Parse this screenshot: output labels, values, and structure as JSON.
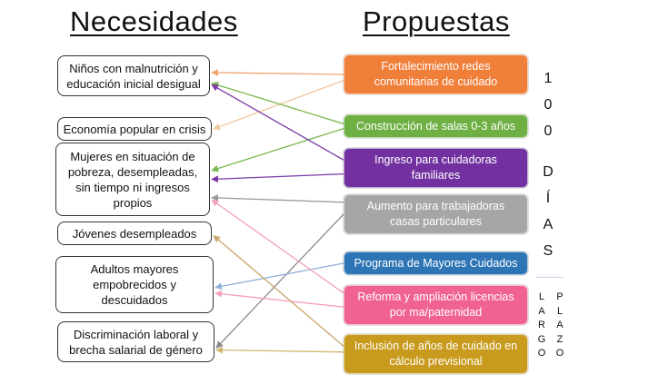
{
  "headers": {
    "left": "Necesidades",
    "right": "Propuestas"
  },
  "needs": [
    {
      "label": "Niños con malnutrición y educación inicial desigual"
    },
    {
      "label": "Economía popular en crisis"
    },
    {
      "label": "Mujeres en situación de pobreza, desempleadas, sin tiempo ni ingresos propios"
    },
    {
      "label": "Jóvenes desempleados"
    },
    {
      "label": "Adultos mayores empobrecidos y descuidados"
    },
    {
      "label": "Discriminación laboral y brecha salarial de género"
    }
  ],
  "proposals": [
    {
      "label": "Fortalecimiento redes comunitarias de cuidado",
      "color": "#f07f3a"
    },
    {
      "label": "Construcción de salas  0-3 años",
      "color": "#6eb043"
    },
    {
      "label": "Ingreso para cuidadoras familiares",
      "color": "#7230a0"
    },
    {
      "label": "Aumento para trabajadoras casas particulares",
      "color": "#a6a6a6"
    },
    {
      "label": "Programa de Mayores Cuidados",
      "color": "#2e75b6"
    },
    {
      "label": "Reforma y ampliación licencias por ma/paternidad",
      "color": "#f06292"
    },
    {
      "label": "Inclusión de años de cuidado en cálculo previsional",
      "color": "#c89a1d"
    }
  ],
  "connections": [
    {
      "from": 0,
      "to": 0,
      "color": "#f0a670"
    },
    {
      "from": 0,
      "to": 1,
      "color": "#f0c7a0"
    },
    {
      "from": 1,
      "to": 0,
      "color": "#79b84f"
    },
    {
      "from": 1,
      "to": 2,
      "color": "#79b84f"
    },
    {
      "from": 2,
      "to": 0,
      "color": "#7a3aa6"
    },
    {
      "from": 2,
      "to": 2,
      "color": "#7a3aa6"
    },
    {
      "from": 3,
      "to": 2,
      "color": "#9a9a9a"
    },
    {
      "from": 3,
      "to": 5,
      "color": "#8a8a8a"
    },
    {
      "from": 4,
      "to": 4,
      "color": "#8fb0d8"
    },
    {
      "from": 5,
      "to": 2,
      "color": "#f3a0ba"
    },
    {
      "from": 5,
      "to": 4,
      "color": "#f3a0ba"
    },
    {
      "from": 6,
      "to": 3,
      "color": "#c9a86a"
    },
    {
      "from": 6,
      "to": 5,
      "color": "#d3b56f"
    }
  ],
  "timeline_short": [
    "1",
    "0",
    "0",
    "D",
    "Í",
    "A",
    "S"
  ],
  "timeline_long_a": [
    "L",
    "A",
    "R",
    "G",
    "O"
  ],
  "timeline_long_b": [
    "P",
    "L",
    "A",
    "Z",
    "O"
  ]
}
